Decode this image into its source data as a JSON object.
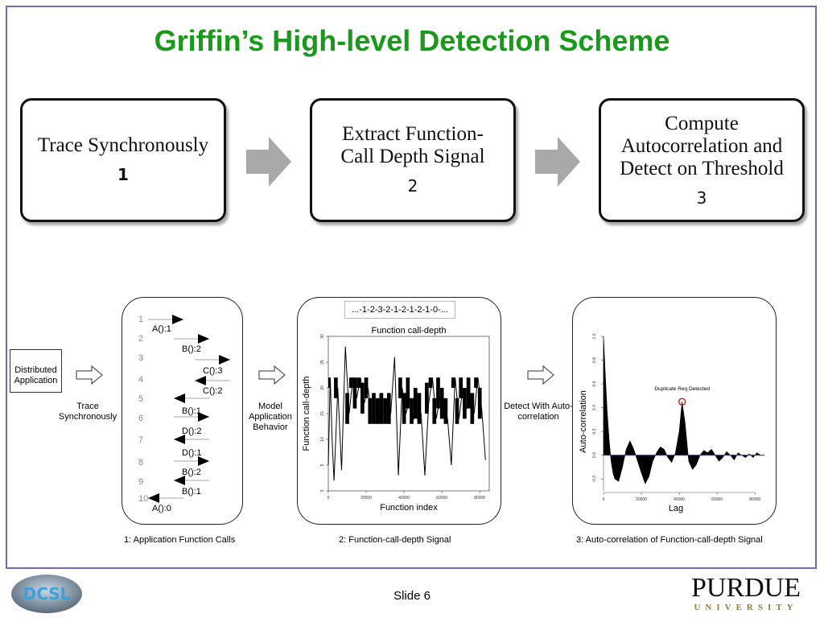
{
  "slide": {
    "title": "Griffin’s High-level Detection Scheme",
    "number_label": "Slide 6"
  },
  "steps": [
    {
      "label": "Trace Synchronously",
      "number": "1"
    },
    {
      "label": "Extract Function-Call Depth Signal",
      "number": "2"
    },
    {
      "label": "Compute Autocorrelation and Detect on Threshold",
      "number": "3"
    }
  ],
  "diagram": {
    "distributed_app": "Distributed Application",
    "trace_sync": "Trace Synchronously",
    "model_behavior": "Model Application Behavior",
    "detect_autocorr": "Detect With Auto-correlation",
    "trace_lines": [
      "1",
      "2",
      "3",
      "4",
      "5",
      "6",
      "7",
      "8",
      "9",
      "10"
    ],
    "trace_calls": [
      "A():1",
      "B():2",
      "C():3",
      "C():2",
      "B():1",
      "D():2",
      "D():1",
      "B():2",
      "B():1",
      "A():0"
    ],
    "sequence": "...-1-2-3-2-1-2-1-2-1-0-...",
    "captions": [
      "1: Application Function Calls",
      "2: Function-call-depth Signal",
      "3: Auto-correlation of Function-call-depth Signal"
    ]
  },
  "chart_data": [
    {
      "type": "line",
      "title": "Function call-depth",
      "xlabel": "Function index",
      "ylabel": "Function  call-depth",
      "xlim": [
        0,
        85000
      ],
      "ylim": [
        0,
        30
      ],
      "x_ticks": [
        "0",
        "20000",
        "40000",
        "60000",
        "80000"
      ],
      "y_ticks": [
        "0",
        "5",
        "10",
        "15",
        "20",
        "25",
        "30"
      ],
      "x": [
        0,
        1000,
        2000,
        3000,
        5000,
        7000,
        9000,
        11000,
        13000,
        15000,
        17000,
        19000,
        21000,
        23000,
        25000,
        27000,
        29000,
        31000,
        33000,
        35000,
        37000,
        39000,
        41000,
        43000,
        45000,
        47000,
        49000,
        51000,
        53000,
        55000,
        57000,
        59000,
        61000,
        63000,
        65000,
        67000,
        69000,
        71000,
        73000,
        75000,
        77000,
        79000,
        81000,
        83000
      ],
      "y": [
        5,
        22,
        10,
        2,
        20,
        4,
        28,
        15,
        22,
        18,
        22,
        17,
        20,
        14,
        15,
        14,
        15,
        14,
        15,
        26,
        3,
        20,
        15,
        18,
        14,
        16,
        15,
        3,
        17,
        22,
        14,
        18,
        16,
        14,
        5,
        22,
        14,
        20,
        16,
        18,
        15,
        22,
        16,
        6
      ]
    },
    {
      "type": "area",
      "xlabel": "Lag",
      "ylabel": "Auto-correlation",
      "xlim": [
        0,
        85000
      ],
      "ylim": [
        -0.3,
        1.0
      ],
      "x_ticks": [
        "0",
        "20000",
        "40000",
        "60000",
        "80000"
      ],
      "y_ticks": [
        "-0.2",
        "0.0",
        "0.2",
        "0.4",
        "0.6",
        "0.8",
        "1.0"
      ],
      "annotation": "Duplicate Req Detected",
      "x": [
        0,
        1000,
        2000,
        3000,
        4000,
        5000,
        6000,
        8000,
        10000,
        12000,
        14000,
        16000,
        18000,
        20000,
        22000,
        24000,
        26000,
        28000,
        30000,
        32000,
        34000,
        36000,
        38000,
        40000,
        41500,
        43000,
        45000,
        47000,
        49000,
        51000,
        53000,
        55000,
        57000,
        59000,
        61000,
        63000,
        65000,
        67000,
        69000,
        71000,
        73000,
        75000,
        77000,
        79000,
        81000,
        83000
      ],
      "y": [
        1.0,
        0.65,
        0.35,
        0.12,
        -0.05,
        -0.15,
        -0.2,
        -0.22,
        -0.1,
        0.05,
        0.12,
        0.05,
        -0.05,
        -0.15,
        -0.24,
        -0.18,
        -0.05,
        0.02,
        0.07,
        0.05,
        -0.02,
        -0.06,
        0.02,
        0.2,
        0.45,
        0.28,
        -0.05,
        -0.12,
        -0.08,
        0.0,
        0.04,
        0.02,
        0.05,
        0.0,
        -0.05,
        -0.02,
        0.03,
        0.0,
        -0.04,
        0.02,
        0.0,
        -0.02,
        0.01,
        -0.02,
        0.02,
        0.0
      ],
      "threshold": 0.0
    }
  ],
  "colors": {
    "title": "#1a9a1a",
    "frame": "#6c6cb8",
    "threshold_line": "#3333cc",
    "detect_marker": "#dd0000"
  },
  "logos": {
    "left": "DCSL",
    "right_top": "PURDUE",
    "right_bottom": "UNIVERSITY"
  }
}
